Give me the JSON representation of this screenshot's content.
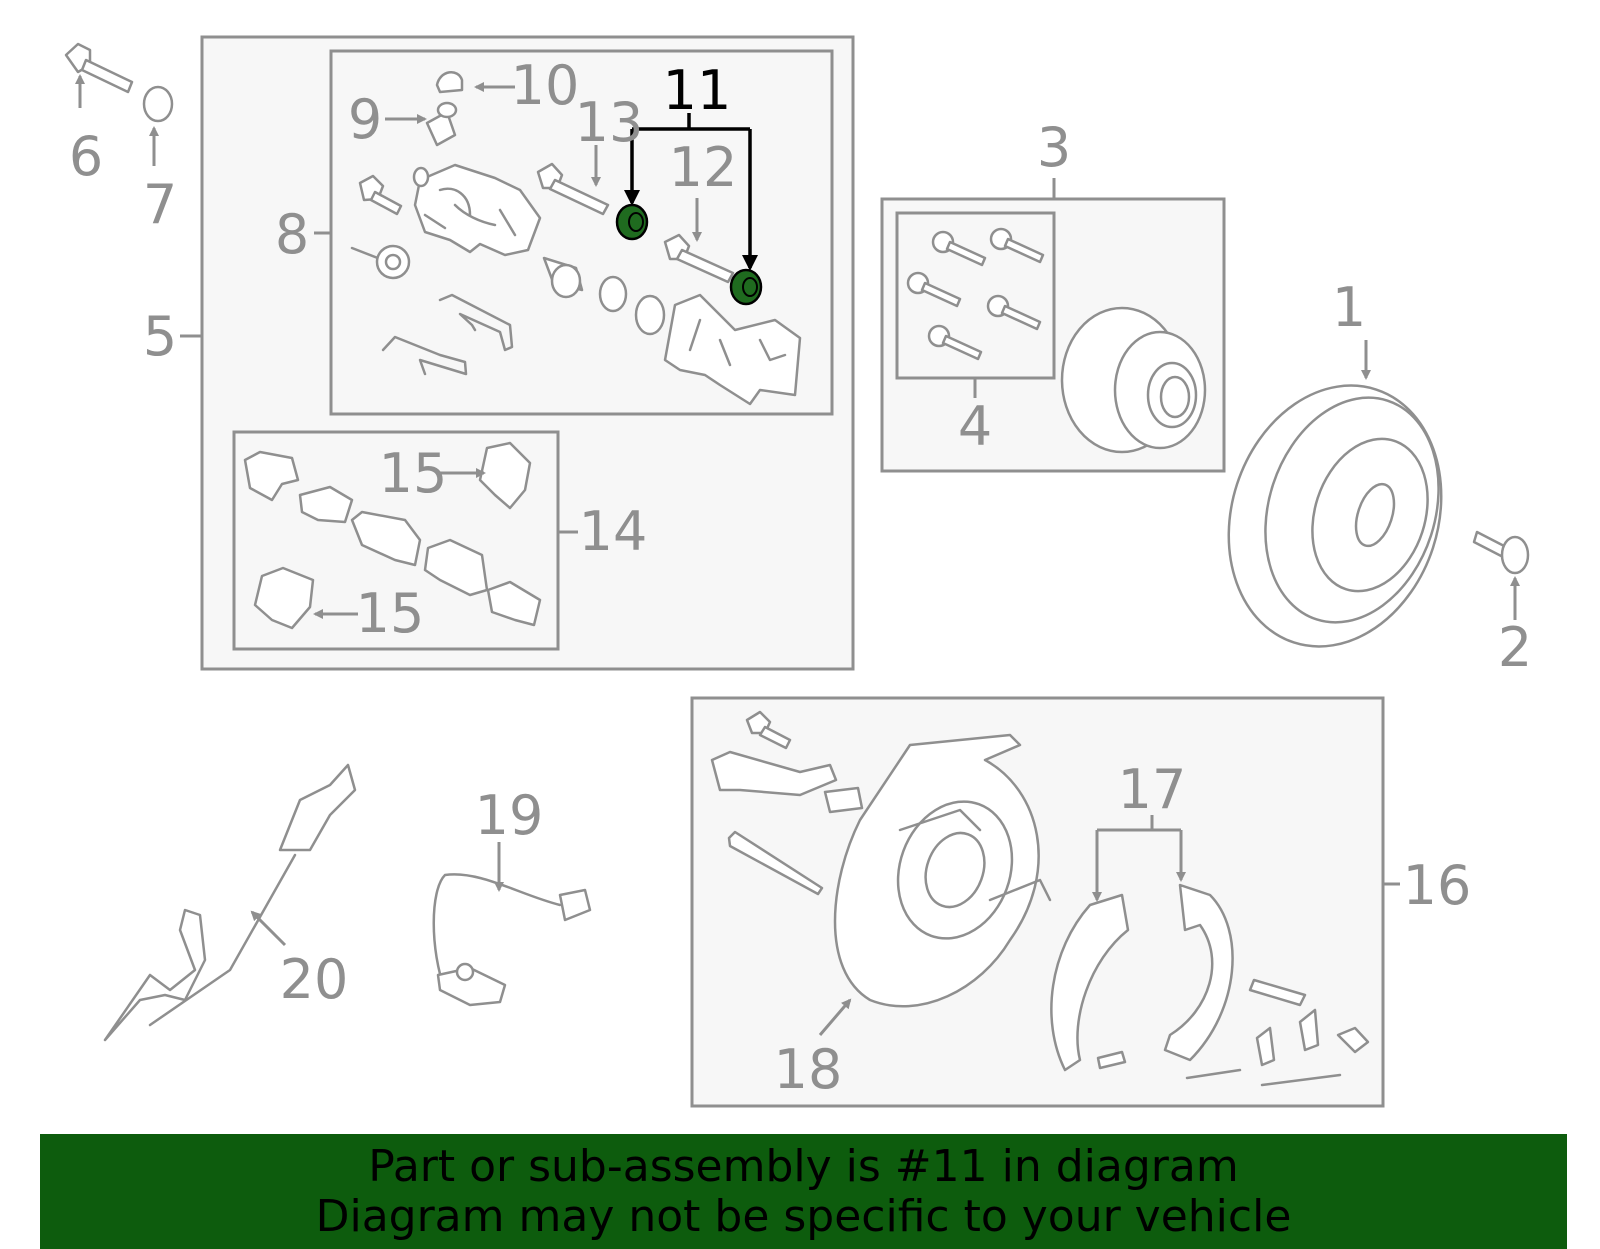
{
  "diagram": {
    "callouts": {
      "c1": "1",
      "c2": "2",
      "c3": "3",
      "c4": "4",
      "c5": "5",
      "c6": "6",
      "c7": "7",
      "c8": "8",
      "c9": "9",
      "c10": "10",
      "c11": "11",
      "c12": "12",
      "c13": "13",
      "c14": "14",
      "c15a": "15",
      "c15b": "15",
      "c16": "16",
      "c17": "17",
      "c18": "18",
      "c19": "19",
      "c20": "20"
    },
    "highlighted_part": "11",
    "colors": {
      "line": "#8f8f8f",
      "highlight_fill": "#1f6b1f",
      "highlight_line": "#000000",
      "banner": "#0d5c0d"
    }
  },
  "banner": {
    "line1": "Part or sub-assembly is #11 in diagram",
    "line2": "Diagram may not be specific to your vehicle"
  }
}
